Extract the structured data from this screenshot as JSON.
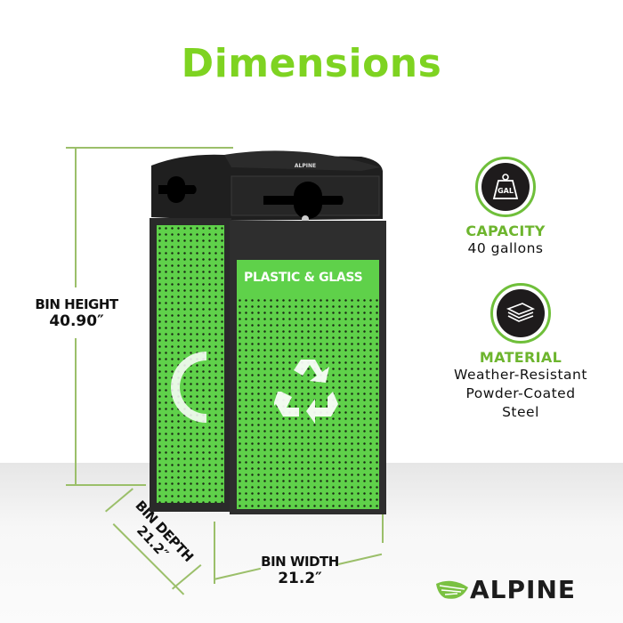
{
  "title": "Dimensions",
  "dimensions": {
    "height": {
      "label": "BIN HEIGHT",
      "value": "40.90″"
    },
    "depth": {
      "label": "BIN DEPTH",
      "value": "21.2″"
    },
    "width": {
      "label": "BIN WIDTH",
      "value": "21.2″"
    }
  },
  "product": {
    "panel_text": "PLASTIC & GLASS",
    "lid_brand": "ALPINE",
    "panel_color": "#5fd14a",
    "frame_color": "#2a2a2a"
  },
  "specs": [
    {
      "icon": "weight-gal-icon",
      "icon_text": "GAL",
      "heading": "CAPACITY",
      "lines": [
        "40 gallons"
      ]
    },
    {
      "icon": "layers-icon",
      "heading": "MATERIAL",
      "lines": [
        "Weather-Resistant",
        "Powder-Coated",
        "Steel"
      ]
    }
  ],
  "brand": {
    "name": "ALPINE",
    "accent": "#7ed321"
  },
  "colors": {
    "title": "#7ed321",
    "heading": "#6db52e",
    "badge_ring": "#6fbf3a",
    "badge_fill": "#1e1b1c"
  }
}
